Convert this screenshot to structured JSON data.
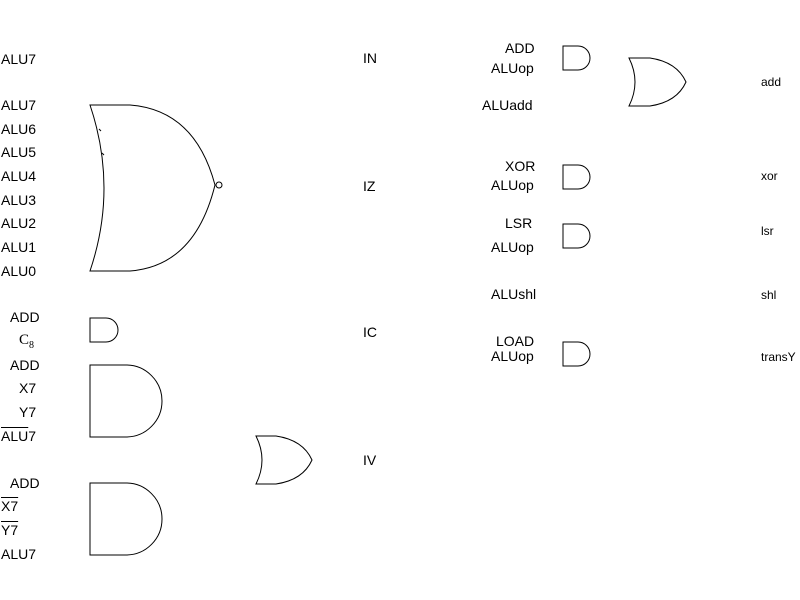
{
  "inputs_left": {
    "in_alu7": "ALU7",
    "nor_inputs": [
      "ALU7",
      "ALU6",
      "ALU5",
      "ALU4",
      "ALU3",
      "ALU2",
      "ALU1",
      "ALU0"
    ],
    "c_add": "ADD",
    "c8_main": "C",
    "c8_sub": "8",
    "v1": [
      "ADD",
      "X7",
      "Y7"
    ],
    "v1_alu7_bar": "ALU",
    "v1_alu7_rest": "7",
    "v2_add": "ADD",
    "v2_x7": "X7",
    "v2_y7": "Y7",
    "v2_alu7": "ALU7"
  },
  "flags": {
    "in": "IN",
    "iz": "IZ",
    "ic": "IC",
    "iv": "IV"
  },
  "right_inputs": {
    "add_add": "ADD",
    "add_aluop": "ALUop",
    "aluadd": "ALUadd",
    "xor": "XOR",
    "xor_aluop": "ALUop",
    "lsr": "LSR",
    "lsr_aluop": "ALUop",
    "alushl": "ALUshl",
    "load": "LOAD",
    "load_aluop": "ALUop"
  },
  "outputs": {
    "add": "add",
    "xor": "xor",
    "lsr": "lsr",
    "shl": "shl",
    "transy": "transY"
  }
}
